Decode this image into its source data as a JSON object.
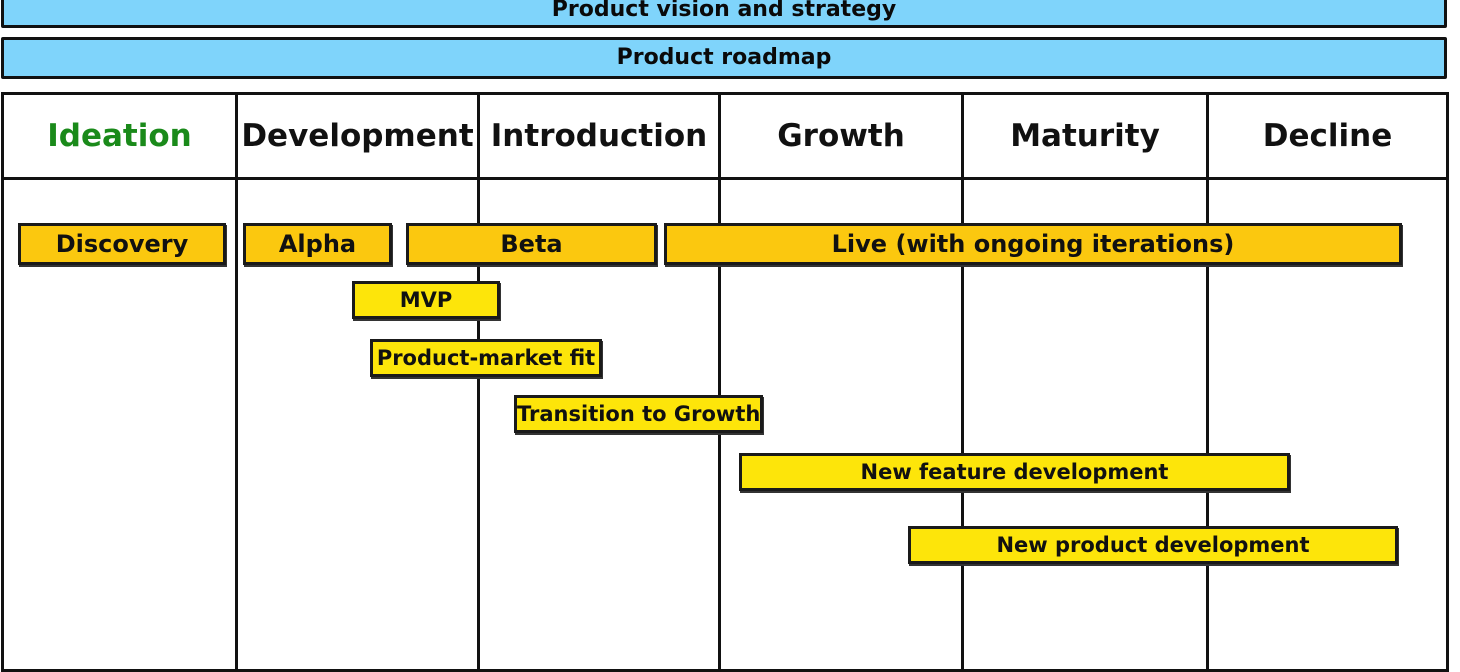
{
  "banners": {
    "vision": "Product vision and strategy",
    "roadmap": "Product roadmap"
  },
  "stages": [
    {
      "label": "Ideation",
      "active": true
    },
    {
      "label": "Development",
      "active": false
    },
    {
      "label": "Introduction",
      "active": false
    },
    {
      "label": "Growth",
      "active": false
    },
    {
      "label": "Maturity",
      "active": false
    },
    {
      "label": "Decline",
      "active": false
    }
  ],
  "phases": [
    {
      "label": "Discovery"
    },
    {
      "label": "Alpha"
    },
    {
      "label": "Beta"
    },
    {
      "label": "Live (with ongoing iterations)"
    }
  ],
  "milestones": [
    {
      "label": "MVP"
    },
    {
      "label": "Product-market fit"
    },
    {
      "label": "Transition to Growth"
    },
    {
      "label": "New feature development"
    },
    {
      "label": "New product development"
    }
  ],
  "colors": {
    "banner": "#7fd4fb",
    "phase": "#fbc80f",
    "milestone": "#fde50a",
    "active_stage": "#1a8a1a"
  }
}
